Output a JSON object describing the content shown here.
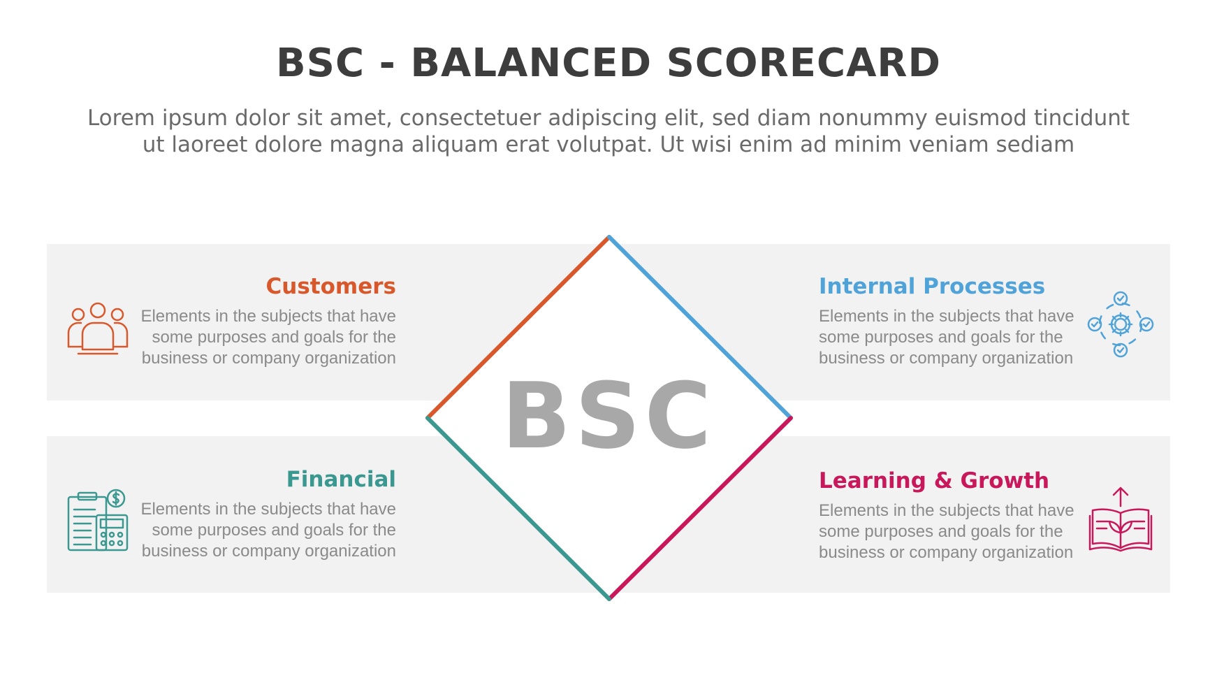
{
  "title": "BSC - BALANCED SCORECARD",
  "subtitle": {
    "line1": "Lorem ipsum dolor sit amet, consectetuer adipiscing elit, sed diam nonummy euismod tincidunt",
    "line2": "ut laoreet dolore magna aliquam erat volutpat. Ut wisi enim ad minim veniam sediam"
  },
  "center_label": "BSC",
  "colors": {
    "customers": "#d9582b",
    "internal_processes": "#4fa3d9",
    "financial": "#3a9890",
    "learning_growth": "#c8175a",
    "band": "#f2f2f2",
    "title": "#3d3d3d"
  },
  "quadrants": {
    "customers": {
      "title": "Customers",
      "body": [
        "Elements in the subjects that have",
        "some purposes and goals for the",
        "business or company organization"
      ],
      "icon": "people-group-icon"
    },
    "internal_processes": {
      "title": "Internal Processes",
      "body": [
        "Elements in the subjects that have",
        "some purposes and goals for the",
        "business or company organization"
      ],
      "icon": "gear-process-icon"
    },
    "financial": {
      "title": "Financial",
      "body": [
        "Elements in the subjects that have",
        "some purposes and goals for the",
        "business or company organization"
      ],
      "icon": "clipboard-calculator-dollar-icon"
    },
    "learning_growth": {
      "title": "Learning & Growth",
      "body": [
        "Elements in the subjects that have",
        "some purposes and goals for the",
        "business or company organization"
      ],
      "icon": "open-book-growth-icon"
    }
  }
}
